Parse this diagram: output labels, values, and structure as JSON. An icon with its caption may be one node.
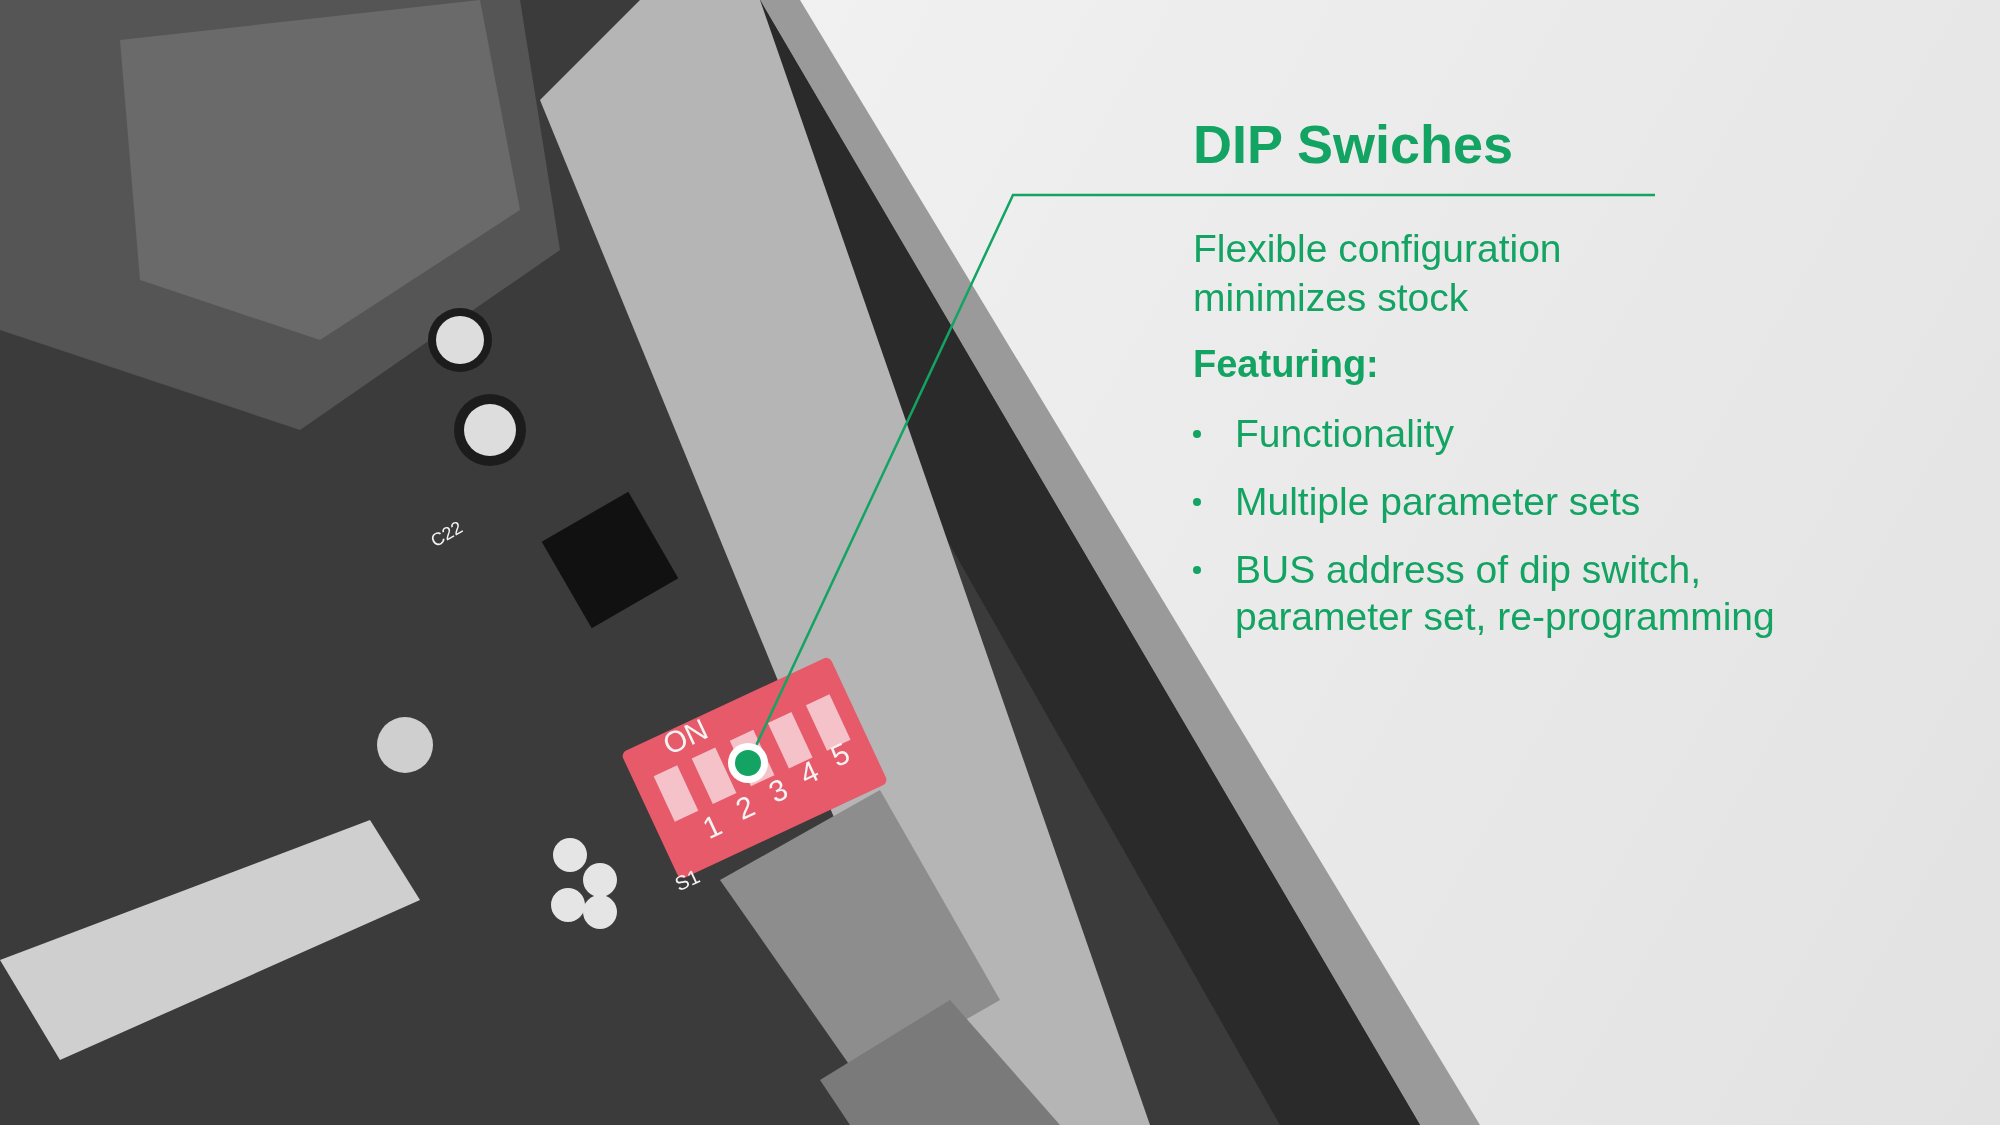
{
  "diagram": {
    "nodes": [
      {
        "text": [
          "DIP Swiches",
          "Flexible configuration minimizes stock",
          "Featuring:",
          "Functionality",
          "Multiple parameter sets",
          "BUS address of dip switch, parameter set, re-programming"
        ]
      },
      {
        "text": [],
        "shape": "circle"
      }
    ],
    "edges": [
      {
        "from": 0,
        "to": 1,
        "arrow": "none"
      }
    ],
    "labels": [
      "C22",
      "ON",
      "1",
      "2",
      "3",
      "4",
      "5",
      "S1"
    ]
  }
}
